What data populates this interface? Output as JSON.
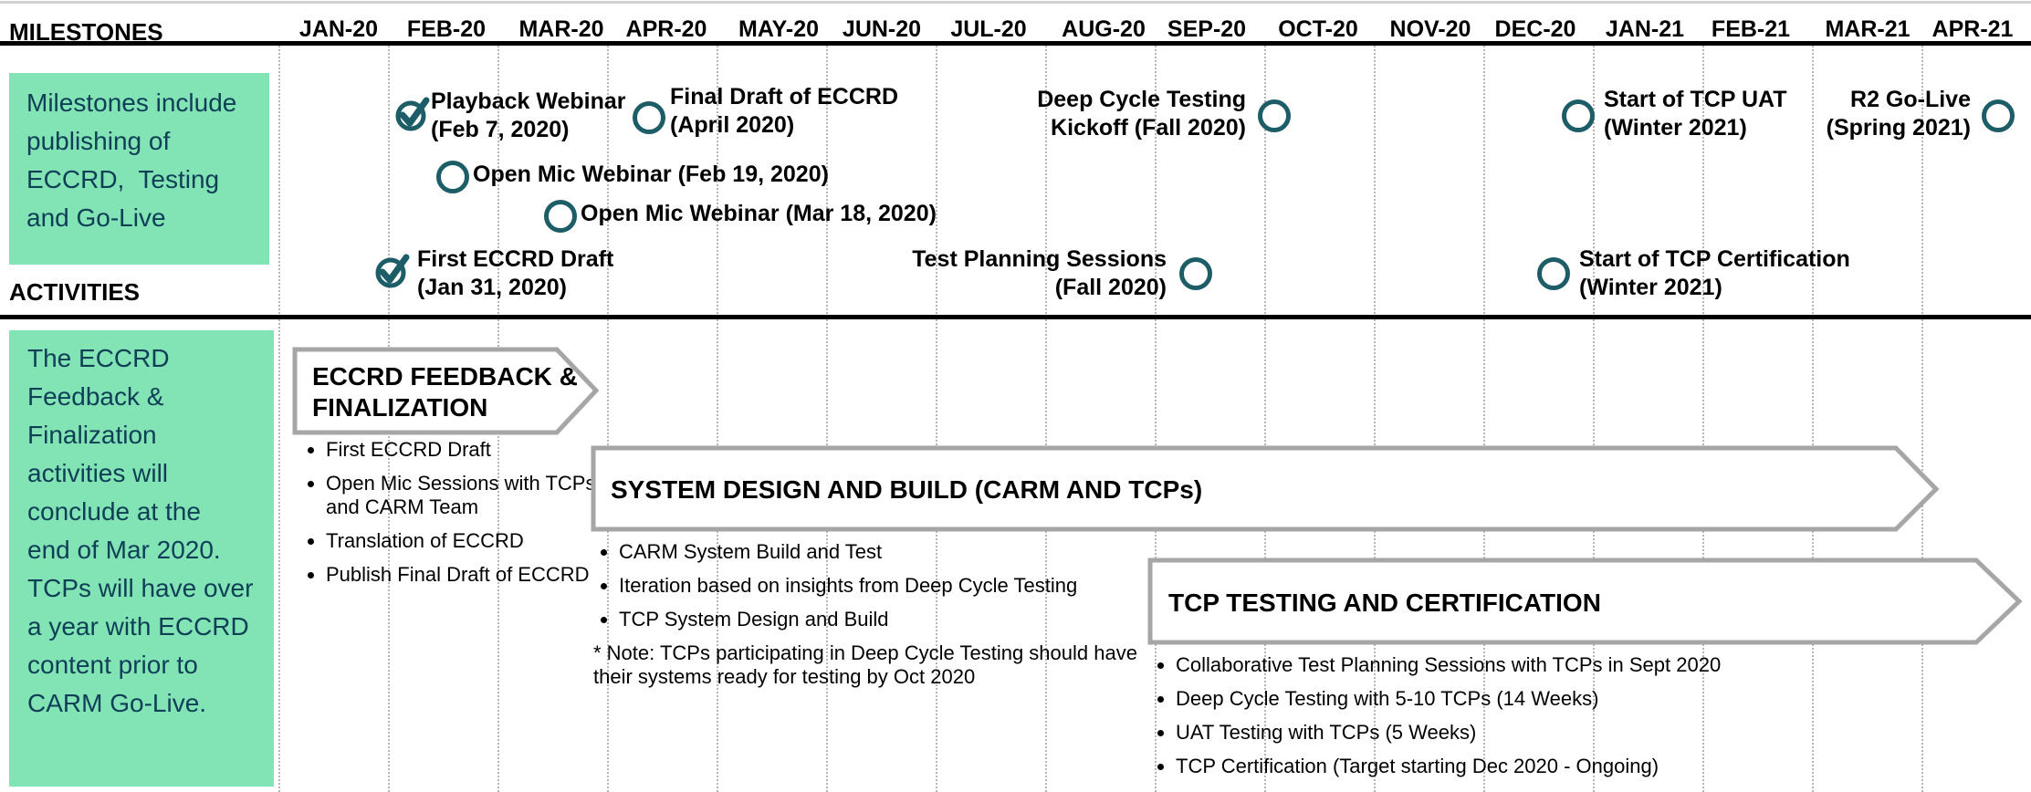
{
  "headers": {
    "milestones": "MILESTONES",
    "activities": "ACTIVITIES"
  },
  "months": [
    "JAN-20",
    "FEB-20",
    "MAR-20",
    "APR-20",
    "MAY-20",
    "JUN-20",
    "JUL-20",
    "AUG-20",
    "SEP-20",
    "OCT-20",
    "NOV-20",
    "DEC-20",
    "JAN-21",
    "FEB-21",
    "MAR-21",
    "APR-21"
  ],
  "milestones_summary": [
    "Milestones include",
    "publishing of",
    "ECCRD,  Testing",
    "and Go-Live"
  ],
  "activities_summary": [
    "The ECCRD",
    "Feedback &",
    "Finalization",
    "activities will",
    "conclude at the",
    "end of Mar 2020.",
    "TCPs will have over",
    "a year with ECCRD",
    "content prior to",
    "CARM Go-Live."
  ],
  "milestones": [
    {
      "line1": "Playback Webinar",
      "line2": "(Feb 7, 2020)",
      "status": "complete"
    },
    {
      "line1": "Final Draft of ECCRD",
      "line2": "(April 2020)",
      "status": "pending"
    },
    {
      "line1": "Deep Cycle Testing",
      "line2": "Kickoff (Fall 2020)",
      "status": "pending"
    },
    {
      "line1": "Start of TCP UAT",
      "line2": "(Winter 2021)",
      "status": "pending"
    },
    {
      "line1": "R2 Go-Live",
      "line2": "(Spring 2021)",
      "status": "pending"
    },
    {
      "line1": "Open Mic Webinar (Feb 19, 2020)",
      "status": "pending"
    },
    {
      "line1": "Open Mic Webinar (Mar 18, 2020)",
      "status": "pending"
    },
    {
      "line1": "First ECCRD Draft",
      "line2": "(Jan 31, 2020)",
      "status": "complete"
    },
    {
      "line1": "Test Planning Sessions",
      "line2": "(Fall 2020)",
      "status": "pending"
    },
    {
      "line1": "Start of TCP Certification",
      "line2": "(Winter 2021)",
      "status": "pending"
    }
  ],
  "activities": [
    {
      "title_lines": [
        "ECCRD FEEDBACK &",
        "FINALIZATION"
      ],
      "bullets": [
        "First ECCRD Draft",
        "Open Mic Sessions with TCPs and CARM Team",
        "Translation of ECCRD",
        "Publish Final Draft of ECCRD"
      ]
    },
    {
      "title_lines": [
        "SYSTEM DESIGN AND BUILD (CARM AND TCPs)"
      ],
      "bullets": [
        "CARM System Build and Test",
        "Iteration based on insights from Deep Cycle Testing",
        "TCP System Design and Build"
      ],
      "note": "* Note: TCPs participating in Deep Cycle Testing should have their systems ready for testing by Oct 2020"
    },
    {
      "title_lines": [
        "TCP TESTING AND CERTIFICATION"
      ],
      "bullets": [
        "Collaborative Test Planning Sessions with TCPs in Sept 2020",
        "Deep Cycle Testing with 5-10 TCPs (14 Weeks)",
        "UAT Testing with TCPs (5 Weeks)",
        "TCP Certification (Target starting Dec 2020 - Ongoing)"
      ]
    }
  ],
  "colors": {
    "accent_box": "#82e3b5",
    "accent_text": "#0e3f57",
    "milestone_marker": "#1d5d67",
    "arrow_stroke": "#a6a6a6"
  }
}
